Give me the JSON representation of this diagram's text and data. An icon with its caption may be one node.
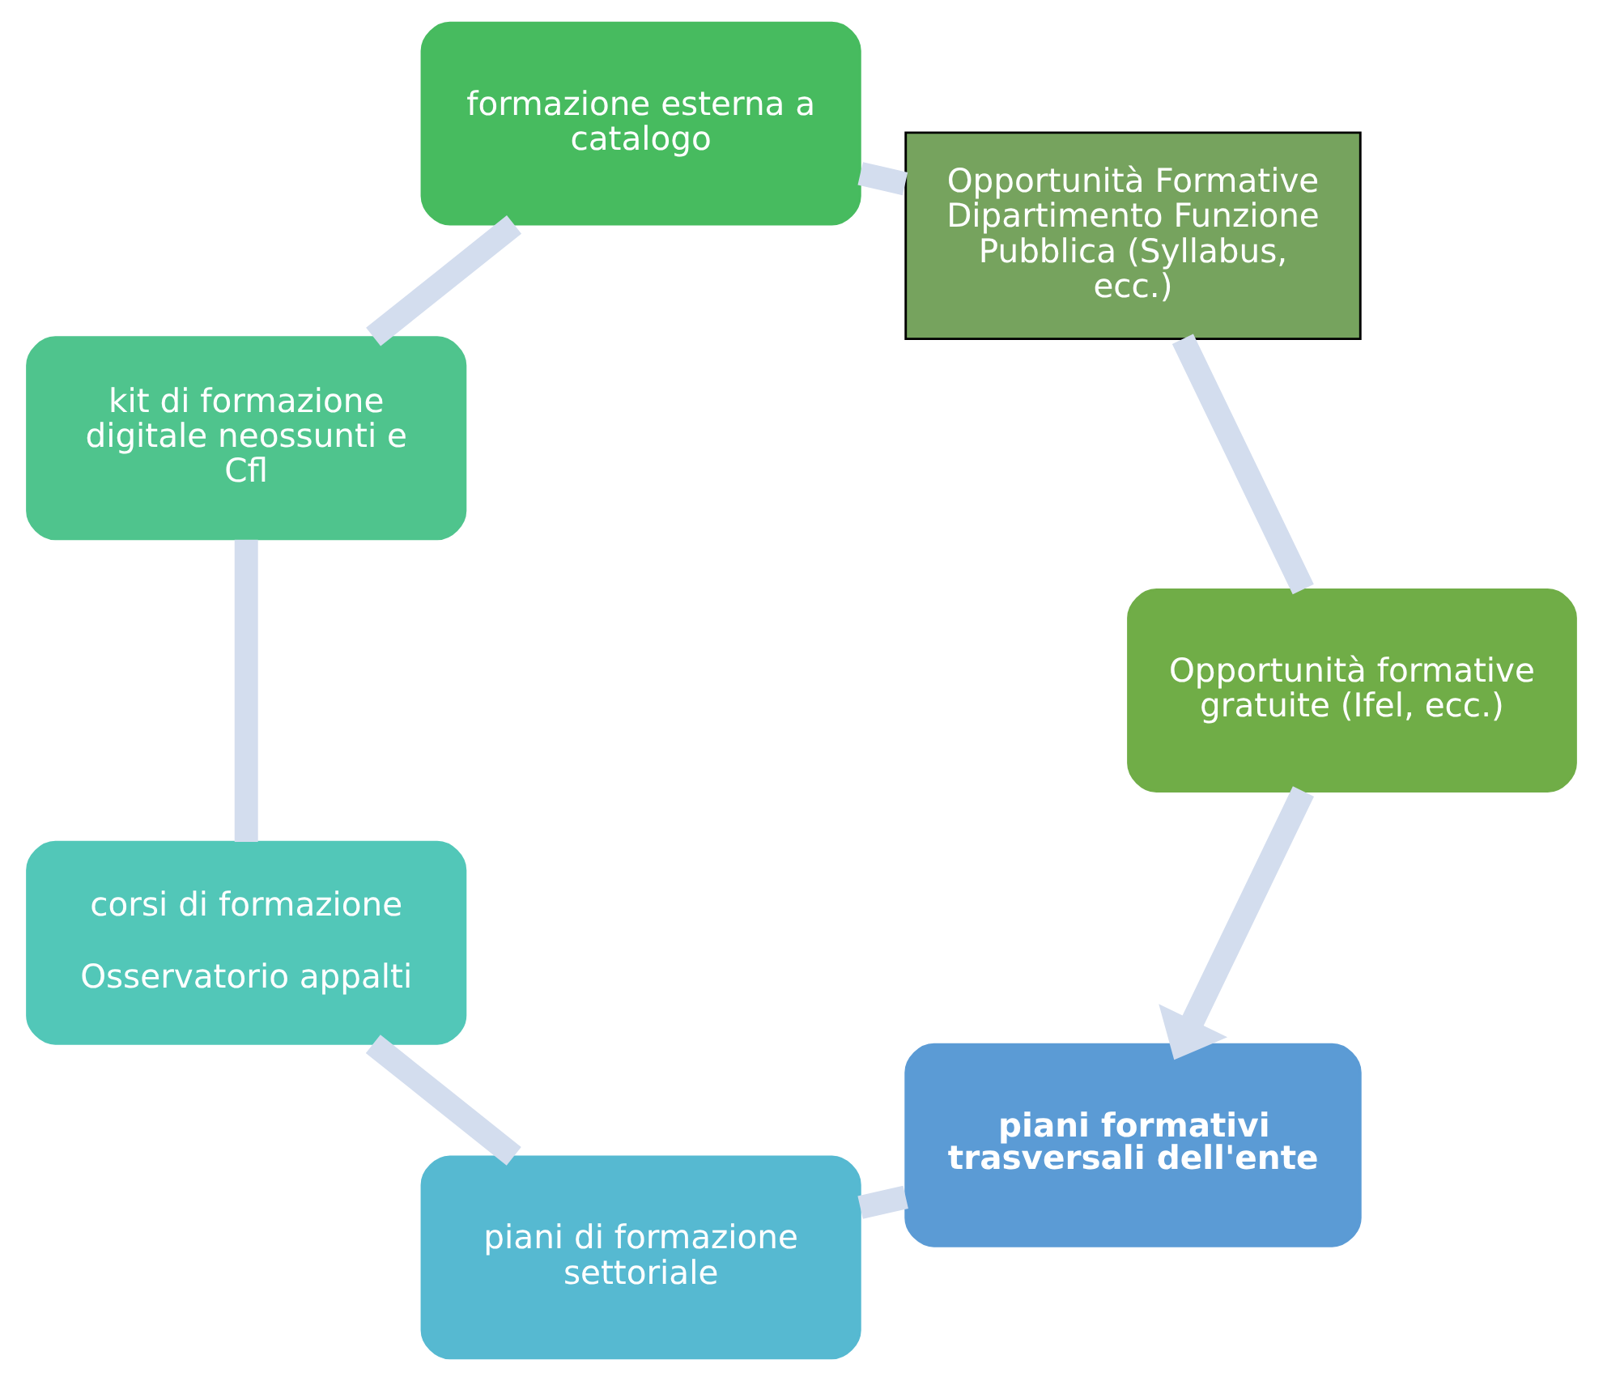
{
  "diagram": {
    "nodes": [
      {
        "text": [
          "piani formativi trasversali dell'ente"
        ]
      },
      {
        "text": [
          "piani di formazione settoriale"
        ]
      },
      {
        "text": [
          "corsi di formazione",
          "Osservatorio appalti"
        ]
      },
      {
        "text": [
          "kit di formazione digitale neossunti e Cfl"
        ]
      },
      {
        "text": [
          "formazione esterna a catalogo"
        ]
      },
      {
        "text": [
          "Opportunità Formative Dipartimento Funzione Pubblica (Syllabus, ecc.)"
        ]
      },
      {
        "text": [
          "Opportunità formative gratuite (Ifel, ecc.)"
        ]
      }
    ],
    "edges": [
      {
        "from": 0,
        "to": 1,
        "arrow": "none"
      },
      {
        "from": 1,
        "to": 2,
        "arrow": "none"
      },
      {
        "from": 2,
        "to": 3,
        "arrow": "none"
      },
      {
        "from": 3,
        "to": 4,
        "arrow": "none"
      },
      {
        "from": 4,
        "to": 5,
        "arrow": "none"
      },
      {
        "from": 5,
        "to": 6,
        "arrow": "none"
      },
      {
        "from": 6,
        "to": 0,
        "arrow": "to"
      }
    ]
  }
}
